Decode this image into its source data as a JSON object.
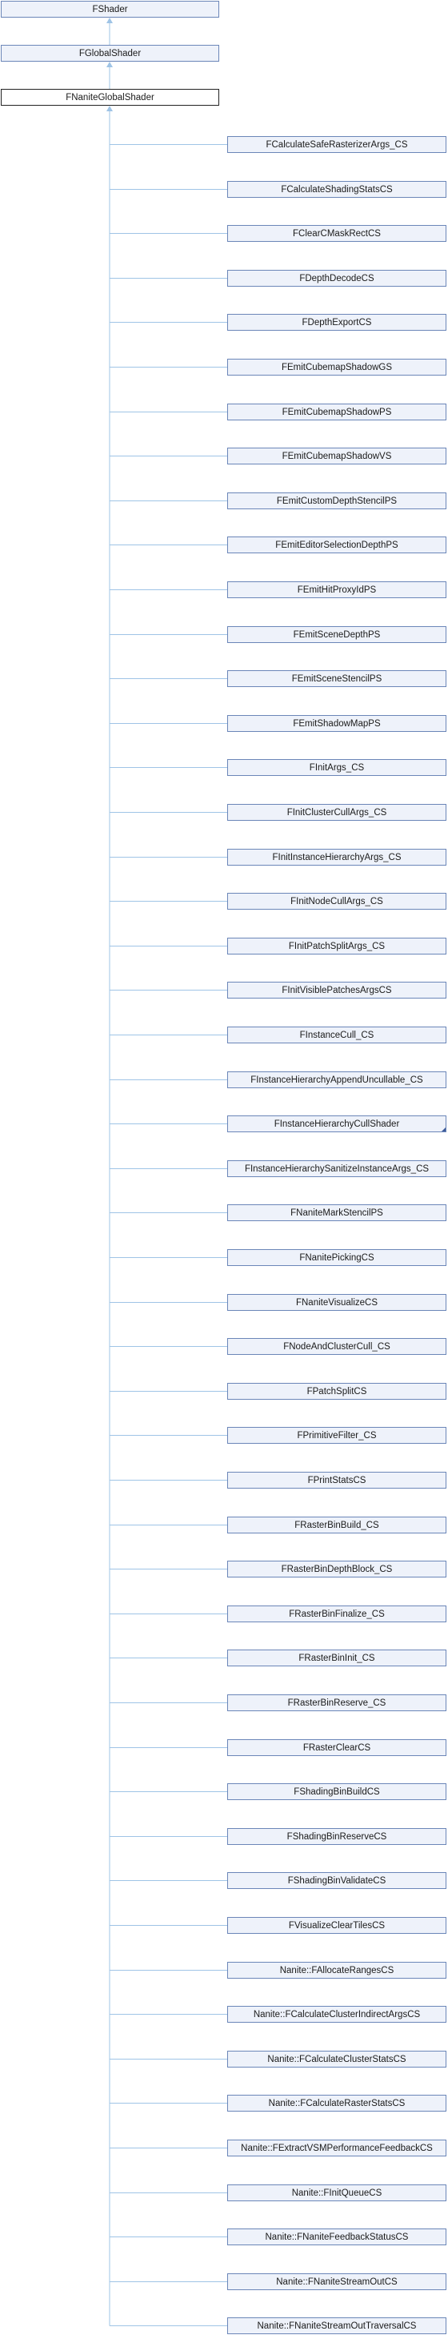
{
  "hierarchy": {
    "ancestors": [
      "FShader",
      "FGlobalShader"
    ],
    "current": "FNaniteGlobalShader",
    "children": [
      "FCalculateSafeRasterizerArgs_CS",
      "FCalculateShadingStatsCS",
      "FClearCMaskRectCS",
      "FDepthDecodeCS",
      "FDepthExportCS",
      "FEmitCubemapShadowGS",
      "FEmitCubemapShadowPS",
      "FEmitCubemapShadowVS",
      "FEmitCustomDepthStencilPS",
      "FEmitEditorSelectionDepthPS",
      "FEmitHitProxyIdPS",
      "FEmitSceneDepthPS",
      "FEmitSceneStencilPS",
      "FEmitShadowMapPS",
      "FInitArgs_CS",
      "FInitClusterCullArgs_CS",
      "FInitInstanceHierarchyArgs_CS",
      "FInitNodeCullArgs_CS",
      "FInitPatchSplitArgs_CS",
      "FInitVisiblePatchesArgsCS",
      "FInstanceCull_CS",
      "FInstanceHierarchyAppendUncullable_CS",
      "FInstanceHierarchyCullShader",
      "FInstanceHierarchySanitizeInstanceArgs_CS",
      "FNaniteMarkStencilPS",
      "FNanitePickingCS",
      "FNaniteVisualizeCS",
      "FNodeAndClusterCull_CS",
      "FPatchSplitCS",
      "FPrimitiveFilter_CS",
      "FPrintStatsCS",
      "FRasterBinBuild_CS",
      "FRasterBinDepthBlock_CS",
      "FRasterBinFinalize_CS",
      "FRasterBinInit_CS",
      "FRasterBinReserve_CS",
      "FRasterClearCS",
      "FShadingBinBuildCS",
      "FShadingBinReserveCS",
      "FShadingBinValidateCS",
      "FVisualizeClearTilesCS",
      "Nanite::FAllocateRangesCS",
      "Nanite::FCalculateClusterIndirectArgsCS",
      "Nanite::FCalculateClusterStatsCS",
      "Nanite::FCalculateRasterStatsCS",
      "Nanite::FExtractVSMPerformanceFeedbackCS",
      "Nanite::FInitQueueCS",
      "Nanite::FNaniteFeedbackStatusCS",
      "Nanite::FNaniteStreamOutCS",
      "Nanite::FNaniteStreamOutTraversalCS"
    ],
    "expandable_child": "FInstanceHierarchyCullShader"
  },
  "colors": {
    "edge": "#9fc4e6",
    "node_fill": "#eef2fa",
    "node_border": "#6b86b8",
    "current_border": "#222222"
  }
}
